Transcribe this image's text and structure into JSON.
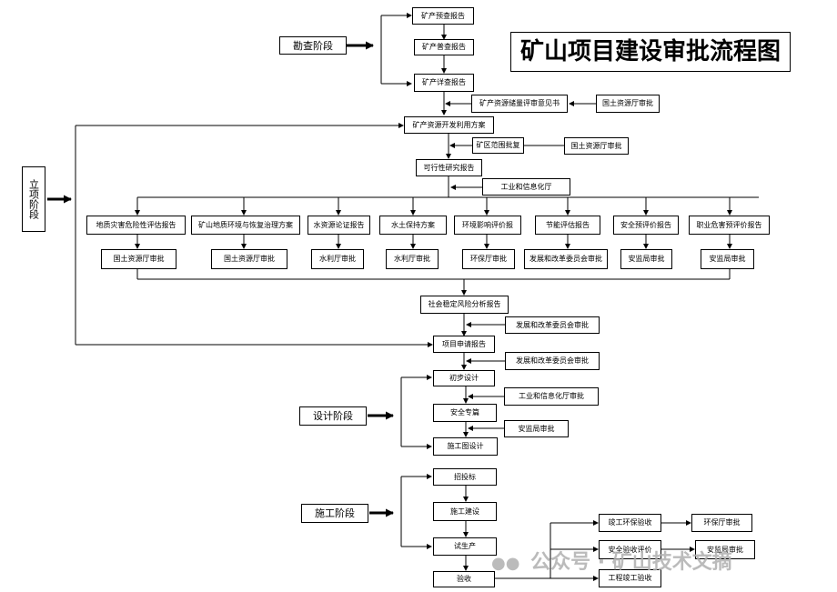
{
  "title": "矿山项目建设审批流程图",
  "stages": {
    "exploration": "勘查阶段",
    "approval": "立项阶段",
    "design": "设计阶段",
    "construction": "施工阶段"
  },
  "exploration_reports": [
    "矿产预查报告",
    "矿产普查报告",
    "矿产详查报告"
  ],
  "reserve_opinion": "矿产资源储量评审意见书",
  "land_resources_approval": "国土资源厅审批",
  "development_plan": "矿产资源开发利用方案",
  "mining_area_approval": "矿区范围批复",
  "feasibility_report": "可行性研究报告",
  "industry_department": "工业和信息化厅",
  "special_reports": [
    "地质灾害危险性评估报告",
    "矿山地质环境与恢复治理方案",
    "水资源论证报告",
    "水土保持方案",
    "环境影响评价报",
    "节能评估报告",
    "安全预评价报告",
    "职业危害预评价报告"
  ],
  "special_approvals": [
    "国土资源厅审批",
    "国土资源厅审批",
    "水利厅审批",
    "水利厅审批",
    "环保厅审批",
    "发展和改革委员会审批",
    "安监局审批",
    "安监局审批"
  ],
  "social_risk_report": "社会稳定风险分析报告",
  "ndrc_approval": "发展和改革委员会审批",
  "project_application": "项目申请报告",
  "preliminary_design": "初步设计",
  "industry_approval": "工业和信息化厅审批",
  "safety_chapter": "安全专篇",
  "safety_bureau_approval": "安监局审批",
  "construction_drawing": "施工图设计",
  "bidding": "招投标",
  "construction": "施工建设",
  "trial_production": "试生产",
  "acceptance": "验收",
  "env_acceptance": "竣工环保验收",
  "env_dept_approval": "环保厅审批",
  "safety_acceptance_eval": "安全验收评价",
  "completion_acceptance": "工程竣工验收",
  "watermark": "公众号 · 矿山技术文摘",
  "watermark_icon": "wechat-icon"
}
